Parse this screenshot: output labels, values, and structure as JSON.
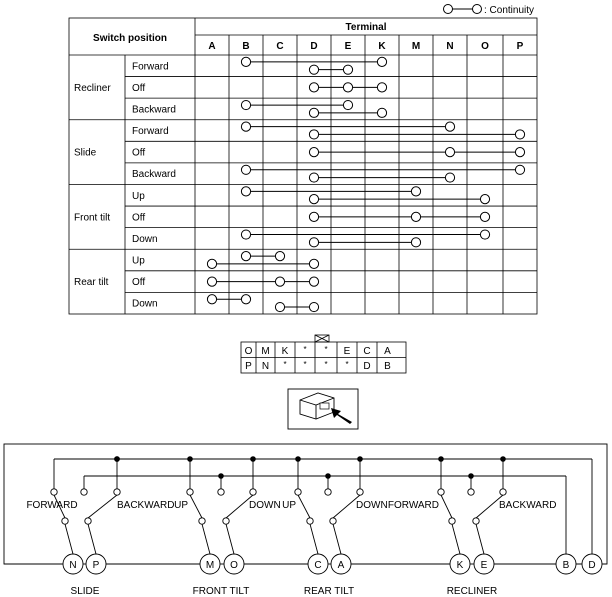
{
  "legend": {
    "text": ": Continuity"
  },
  "table": {
    "header_switch": "Switch position",
    "header_terminal": "Terminal",
    "terminals": [
      "A",
      "B",
      "C",
      "D",
      "E",
      "K",
      "M",
      "N",
      "O",
      "P"
    ],
    "groups": [
      {
        "name": "Recliner",
        "rows": [
          {
            "label": "Forward",
            "links": [
              [
                "B",
                "K"
              ],
              [
                "D",
                "E"
              ]
            ]
          },
          {
            "label": "Off",
            "links": [
              [
                "D",
                "E",
                "K"
              ]
            ]
          },
          {
            "label": "Backward",
            "links": [
              [
                "B",
                "E"
              ],
              [
                "D",
                "K"
              ]
            ]
          }
        ]
      },
      {
        "name": "Slide",
        "rows": [
          {
            "label": "Forward",
            "links": [
              [
                "B",
                "N"
              ],
              [
                "D",
                "P"
              ]
            ]
          },
          {
            "label": "Off",
            "links": [
              [
                "D",
                "N",
                "P"
              ]
            ]
          },
          {
            "label": "Backward",
            "links": [
              [
                "B",
                "P"
              ],
              [
                "D",
                "N"
              ]
            ]
          }
        ]
      },
      {
        "name": "Front tilt",
        "rows": [
          {
            "label": "Up",
            "links": [
              [
                "B",
                "M"
              ],
              [
                "D",
                "O"
              ]
            ]
          },
          {
            "label": "Off",
            "links": [
              [
                "D",
                "M",
                "O"
              ]
            ]
          },
          {
            "label": "Down",
            "links": [
              [
                "B",
                "O"
              ],
              [
                "D",
                "M"
              ]
            ]
          }
        ]
      },
      {
        "name": "Rear tilt",
        "rows": [
          {
            "label": "Up",
            "links": [
              [
                "B",
                "C"
              ],
              [
                "A",
                "D"
              ]
            ]
          },
          {
            "label": "Off",
            "links": [
              [
                "A",
                "C",
                "D"
              ]
            ]
          },
          {
            "label": "Down",
            "links": [
              [
                "A",
                "B"
              ],
              [
                "C",
                "D"
              ]
            ]
          }
        ]
      }
    ]
  },
  "connector": {
    "top_row": [
      "O",
      "M",
      "K",
      "*",
      "*",
      "E",
      "C",
      "A"
    ],
    "bottom_row": [
      "P",
      "N",
      "*",
      "*",
      "*",
      "*",
      "D",
      "B"
    ]
  },
  "circuit": {
    "switches": [
      {
        "name": "SLIDE",
        "left_label": "FORWARD",
        "right_label": "BACKWARD",
        "pins": [
          "N",
          "P"
        ]
      },
      {
        "name": "FRONT TILT",
        "left_label": "UP",
        "right_label": "DOWN",
        "pins": [
          "M",
          "O"
        ]
      },
      {
        "name": "REAR TILT",
        "left_label": "UP",
        "right_label": "DOWN",
        "pins": [
          "C",
          "A"
        ]
      },
      {
        "name": "RECLINER",
        "left_label": "FORWARD",
        "right_label": "BACKWARD",
        "pins": [
          "K",
          "E"
        ]
      }
    ],
    "common_pins": [
      "B",
      "D"
    ]
  }
}
